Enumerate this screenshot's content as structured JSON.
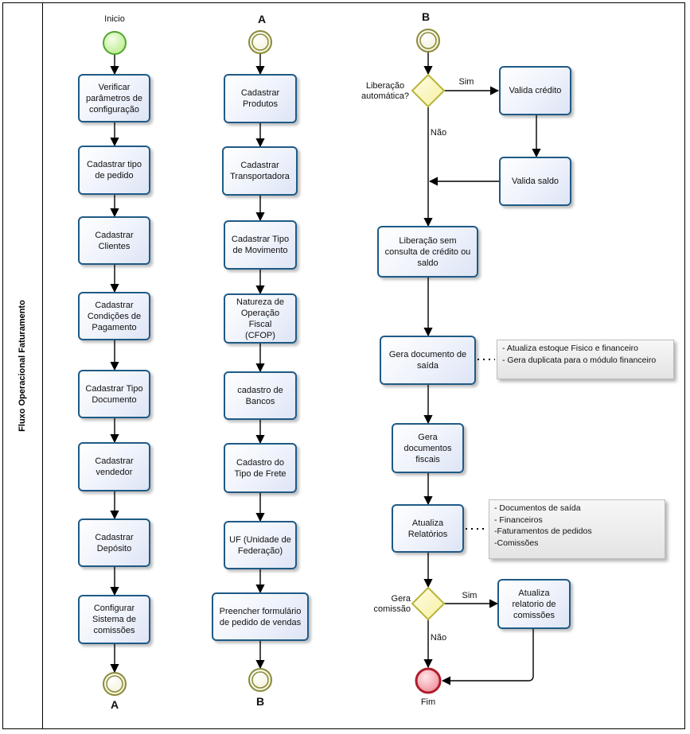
{
  "pool_title": "Fluxo Operacional Faturamento",
  "events": {
    "start_label": "Inicio",
    "end_a1_label": "A",
    "start_a_label": "A",
    "end_b_label": "B",
    "start_b_label": "B",
    "fim_label": "Fim"
  },
  "column1": [
    "Verificar\nparâmetros de\nconfiguração",
    "Cadastrar tipo\nde pedido",
    "Cadastrar\nClientes",
    "Cadastrar\nCondições de\nPagamento",
    "Cadastrar  Tipo\nDocumento",
    "Cadastrar\nvendedor",
    "Cadastrar\nDepósito",
    "Configurar\nSistema de\ncomissões"
  ],
  "column2": [
    "Cadastrar\nProdutos",
    "Cadastrar\nTransportadora",
    "Cadastrar Tipo\nde Movimento",
    "Natureza de\nOperação Fiscal\n(CFOP)",
    "cadastro de\nBancos",
    "Cadastro do\nTipo de Frete",
    "UF (Unidade de\nFederação)",
    "Preencher formulário\nde pedido de vendas"
  ],
  "column3": {
    "gateway1_label": "Liberação\nautomática?",
    "gateway1_yes": "Sim",
    "gateway1_no": "Não",
    "valida_credito": "Valida crédito",
    "valida_saldo": "Valida saldo",
    "liberacao": "Liberação sem\nconsulta de crédito ou\nsaldo",
    "gera_documento": "Gera documento de\nsaída",
    "gera_documentos_fiscais": "Gera\ndocumentos\nfiscais",
    "atualiza_relatorios": "Atualiza\nRelatórios",
    "gateway2_label": "Gera\ncomissão",
    "gateway2_yes": "Sim",
    "gateway2_no": "Não",
    "atualiza_comissoes": "Atualiza\nrelatorio de\ncomissões"
  },
  "annotations": {
    "doc_saida": [
      "- Atualiza estoque Fisico e financeiro",
      "- Gera duplicata para o módulo financeiro"
    ],
    "relatorios": [
      "- Documentos de saída",
      "- Financeiros",
      "-Faturamentos de pedidos",
      "-Comissões"
    ]
  },
  "colors": {
    "task_border": "#1f5a86",
    "start_fill": "#c8f0a0",
    "start_stroke": "#4ea72e",
    "intermediate_stroke": "#8a8a3a",
    "end_fill": "#f2a0a8",
    "end_stroke": "#b01d2c",
    "gateway_fill": "#fbf6c0",
    "gateway_stroke": "#b8b43a"
  }
}
